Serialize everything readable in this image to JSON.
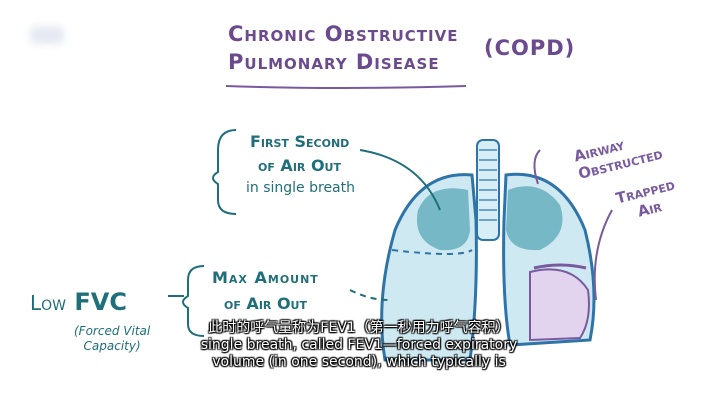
{
  "title": {
    "line1": "Chronic Obstructive",
    "line2": "Pulmonary Disease",
    "abbrev": "(COPD)"
  },
  "labels": {
    "first_second": "First Second",
    "of_air_out": "of Air Out",
    "single_breath": "in single breath",
    "max_amount": "Max Amount",
    "of_air_out_2": "of Air Out",
    "low": "Low",
    "fvc": "FVC",
    "forced_vital_1": "(Forced Vital",
    "forced_vital_2": "Capacity)",
    "airway_1": "Airway",
    "airway_2": "Obstructed",
    "trapped_1": "Trapped",
    "trapped_2": "Air"
  },
  "subtitles": {
    "zh": "此时的呼气量称为FEV1（第一秒用力呼气容积）",
    "en1": "single breath, called FEV1—forced expiratory",
    "en2": "volume (in one second), which typically is"
  },
  "colors": {
    "lung_fill": "#cfe9f2",
    "lung_stroke": "#2f74a8",
    "teal": "#1f6f7a",
    "purple": "#7a5a9e",
    "trapped_fill": "#e2d3ee"
  }
}
